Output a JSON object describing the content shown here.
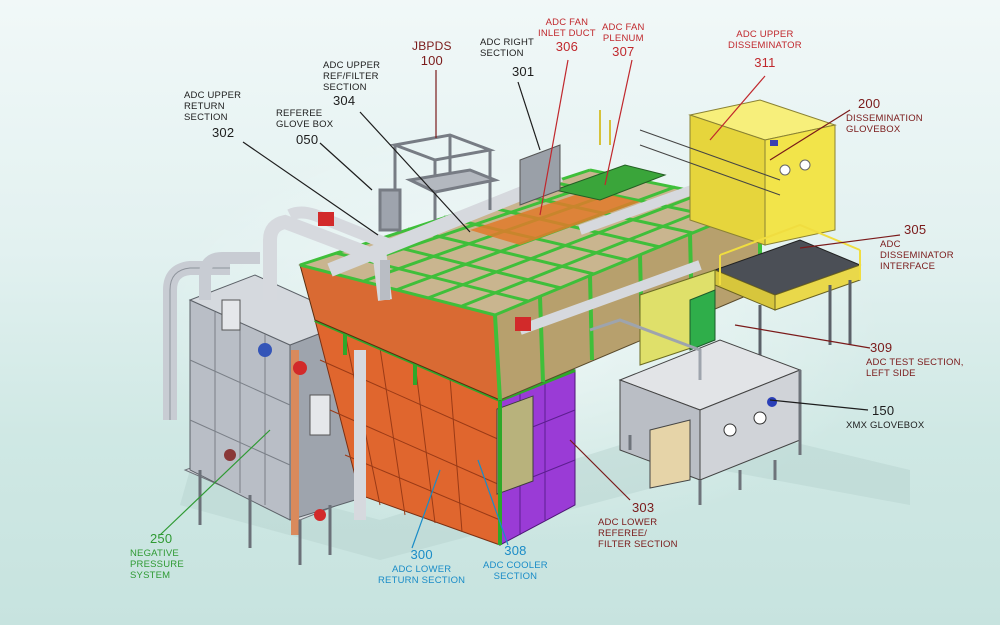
{
  "labels": {
    "l302": {
      "text": "ADC UPPER\nRETURN\nSECTION",
      "num": "302"
    },
    "l050": {
      "text": "REFEREE\nGLOVE BOX",
      "num": "050"
    },
    "l304": {
      "text": "ADC UPPER\nREF/FILTER\nSECTION",
      "num": "304"
    },
    "l100": {
      "text": "JBPDS",
      "num": "100"
    },
    "l301": {
      "text": "ADC RIGHT\nSECTION",
      "num": "301"
    },
    "l306": {
      "text": "ADC FAN\nINLET DUCT",
      "num": "306"
    },
    "l307": {
      "text": "ADC FAN\nPLENUM",
      "num": "307"
    },
    "l311": {
      "text": "ADC UPPER\nDISSEMINATOR",
      "num": "311"
    },
    "l200": {
      "text": "DISSEMINATION\nGLOVEBOX",
      "num": "200"
    },
    "l305": {
      "text": "ADC\nDISSEMINATOR\nINTERFACE",
      "num": "305"
    },
    "l309": {
      "text": "ADC TEST SECTION,\nLEFT SIDE",
      "num": "309"
    },
    "l150": {
      "text": "XMX GLOVEBOX",
      "num": "150"
    },
    "l303": {
      "text": "ADC LOWER\nREFEREE/\nFILTER SECTION",
      "num": "303"
    },
    "l308": {
      "text": "ADC COOLER\nSECTION",
      "num": "308"
    },
    "l300": {
      "text": "ADC LOWER\nRETURN SECTION",
      "num": "300"
    },
    "l250": {
      "text": "NEGATIVE\nPRESSURE\nSYSTEM",
      "num": "250"
    }
  },
  "colors": {
    "label_black": "#1d1d1d",
    "label_red": "#c0282d",
    "label_maroon": "#7a1a1a",
    "label_blue": "#1a8cc7",
    "label_green": "#2f9a33",
    "frame_green": "#3fbf3a",
    "panel_orange": "#e0662e",
    "panel_purple": "#9a3bd6",
    "glovebox_yellow": "#f2e44a",
    "duct_grey": "#c9ccd2"
  }
}
